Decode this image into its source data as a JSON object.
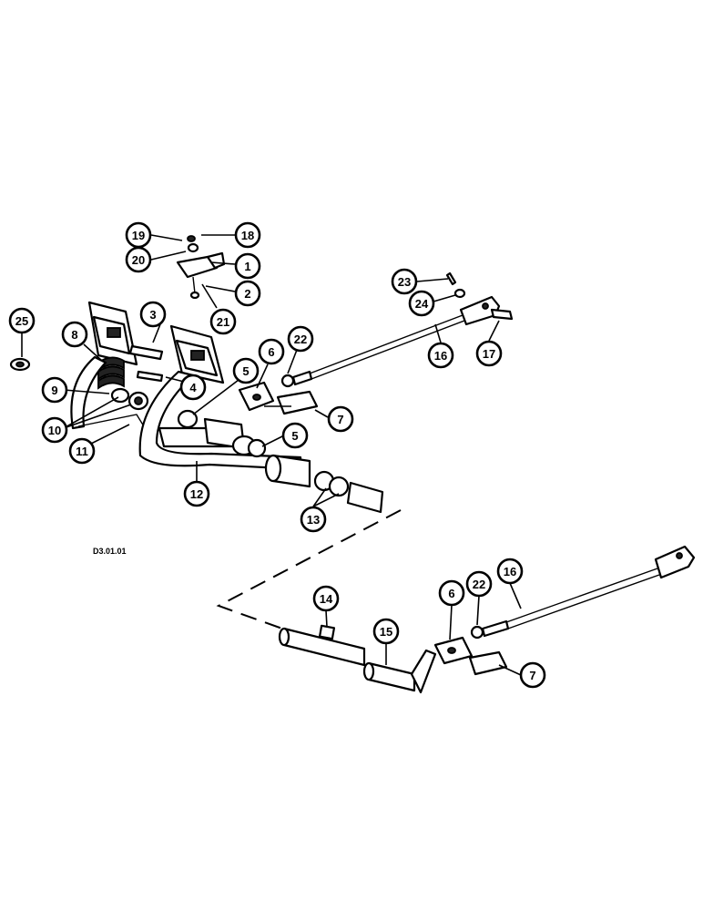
{
  "figure_code": "D3.01.01",
  "callouts": [
    {
      "id": "c1",
      "label": "1"
    },
    {
      "id": "c2",
      "label": "2"
    },
    {
      "id": "c3",
      "label": "3"
    },
    {
      "id": "c4",
      "label": "4"
    },
    {
      "id": "c5a",
      "label": "5"
    },
    {
      "id": "c5b",
      "label": "5"
    },
    {
      "id": "c6a",
      "label": "6"
    },
    {
      "id": "c6b",
      "label": "6"
    },
    {
      "id": "c7a",
      "label": "7"
    },
    {
      "id": "c7b",
      "label": "7"
    },
    {
      "id": "c8",
      "label": "8"
    },
    {
      "id": "c9",
      "label": "9"
    },
    {
      "id": "c10",
      "label": "10"
    },
    {
      "id": "c11",
      "label": "11"
    },
    {
      "id": "c12",
      "label": "12"
    },
    {
      "id": "c13",
      "label": "13"
    },
    {
      "id": "c14",
      "label": "14"
    },
    {
      "id": "c15",
      "label": "15"
    },
    {
      "id": "c16a",
      "label": "16"
    },
    {
      "id": "c16b",
      "label": "16"
    },
    {
      "id": "c17",
      "label": "17"
    },
    {
      "id": "c18",
      "label": "18"
    },
    {
      "id": "c19",
      "label": "19"
    },
    {
      "id": "c20",
      "label": "20"
    },
    {
      "id": "c21",
      "label": "21"
    },
    {
      "id": "c22a",
      "label": "22"
    },
    {
      "id": "c22b",
      "label": "22"
    },
    {
      "id": "c23",
      "label": "23"
    },
    {
      "id": "c24",
      "label": "24"
    },
    {
      "id": "c25",
      "label": "25"
    }
  ]
}
